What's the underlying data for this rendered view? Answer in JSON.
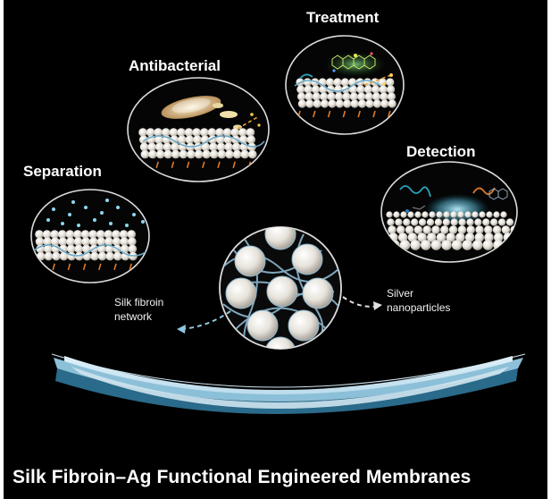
{
  "labels": {
    "treatment": "Treatment",
    "antibacterial": "Antibacterial",
    "detection": "Detection",
    "separation": "Separation",
    "silk_fibroin_line1": "Silk fibroin",
    "silk_fibroin_line2": "network",
    "silver_line1": "Silver",
    "silver_line2": "nanoparticles"
  },
  "title": "Silk Fibroin–Ag Functional Engineered Membranes",
  "colors": {
    "background": "#000000",
    "membrane": "#c9e3f0",
    "membrane_edge": "#2a6a8a",
    "fiber": "#6aa9c8",
    "silver_sphere": "#e8e4dc",
    "orange_marker": "#e07a2a",
    "ellipse_border": "#d8d8d8"
  },
  "icons": [
    "treatment-ellipse",
    "antibacterial-ellipse",
    "detection-ellipse",
    "separation-ellipse",
    "silk-ag-circle",
    "membrane-arc",
    "dashed-arrow-left",
    "dashed-arrow-right"
  ]
}
